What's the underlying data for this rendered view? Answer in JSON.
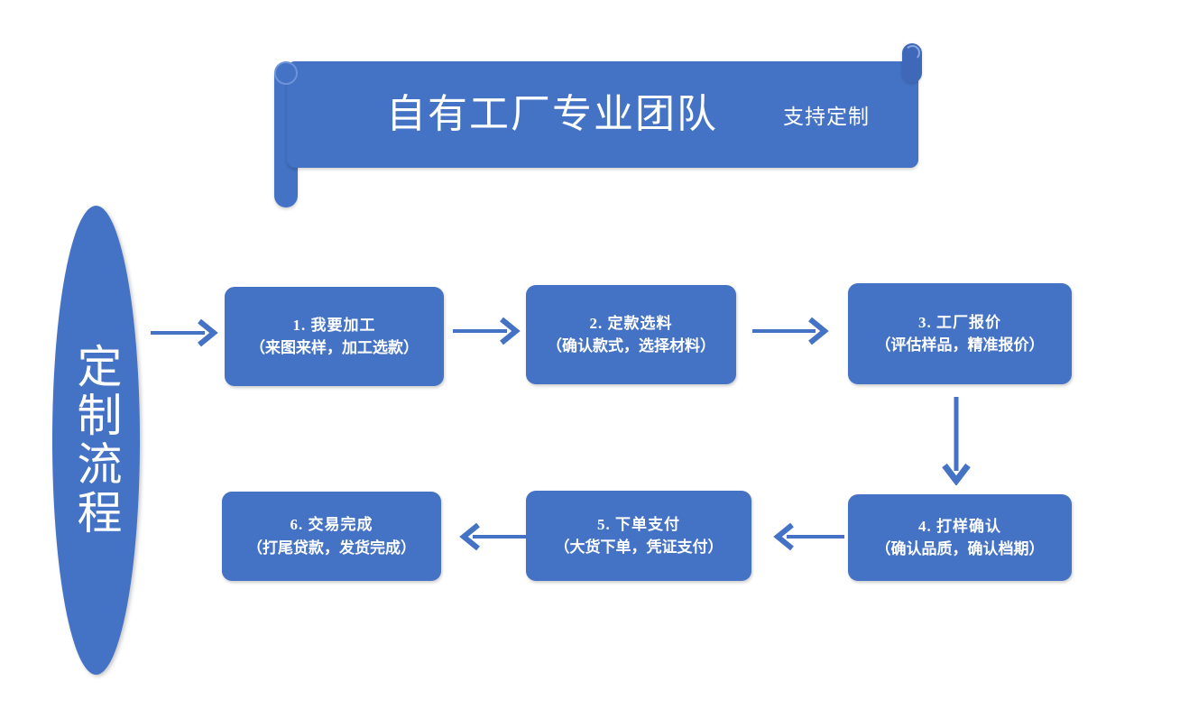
{
  "banner": {
    "title": "自有工厂专业团队",
    "subtitle": "支持定制",
    "fill_color": "#4472C4",
    "text_color": "#ffffff"
  },
  "side_label": {
    "text": "定制流程",
    "fill_color": "#4472C4",
    "text_color": "#ffffff"
  },
  "flow": {
    "accent_color": "#4472C4",
    "steps": [
      {
        "id": "step-1",
        "title": "1. 我要加工",
        "detail": "（来图来样，加工选款）"
      },
      {
        "id": "step-2",
        "title": "2. 定款选料",
        "detail": "（确认款式，选择材料）"
      },
      {
        "id": "step-3",
        "title": "3. 工厂报价",
        "detail": "（评估样品，精准报价）"
      },
      {
        "id": "step-4",
        "title": "4. 打样确认",
        "detail": "（确认品质，确认档期）"
      },
      {
        "id": "step-5",
        "title": "5. 下单支付",
        "detail": "（大货下单，凭证支付）"
      },
      {
        "id": "step-6",
        "title": "6. 交易完成",
        "detail": "（打尾贷款，发货完成）"
      }
    ],
    "connectors": [
      {
        "from": "side-label",
        "to": "step-1",
        "direction": "right"
      },
      {
        "from": "step-1",
        "to": "step-2",
        "direction": "right"
      },
      {
        "from": "step-2",
        "to": "step-3",
        "direction": "right"
      },
      {
        "from": "step-3",
        "to": "step-4",
        "direction": "down"
      },
      {
        "from": "step-4",
        "to": "step-5",
        "direction": "left"
      },
      {
        "from": "step-5",
        "to": "step-6",
        "direction": "left"
      }
    ]
  }
}
